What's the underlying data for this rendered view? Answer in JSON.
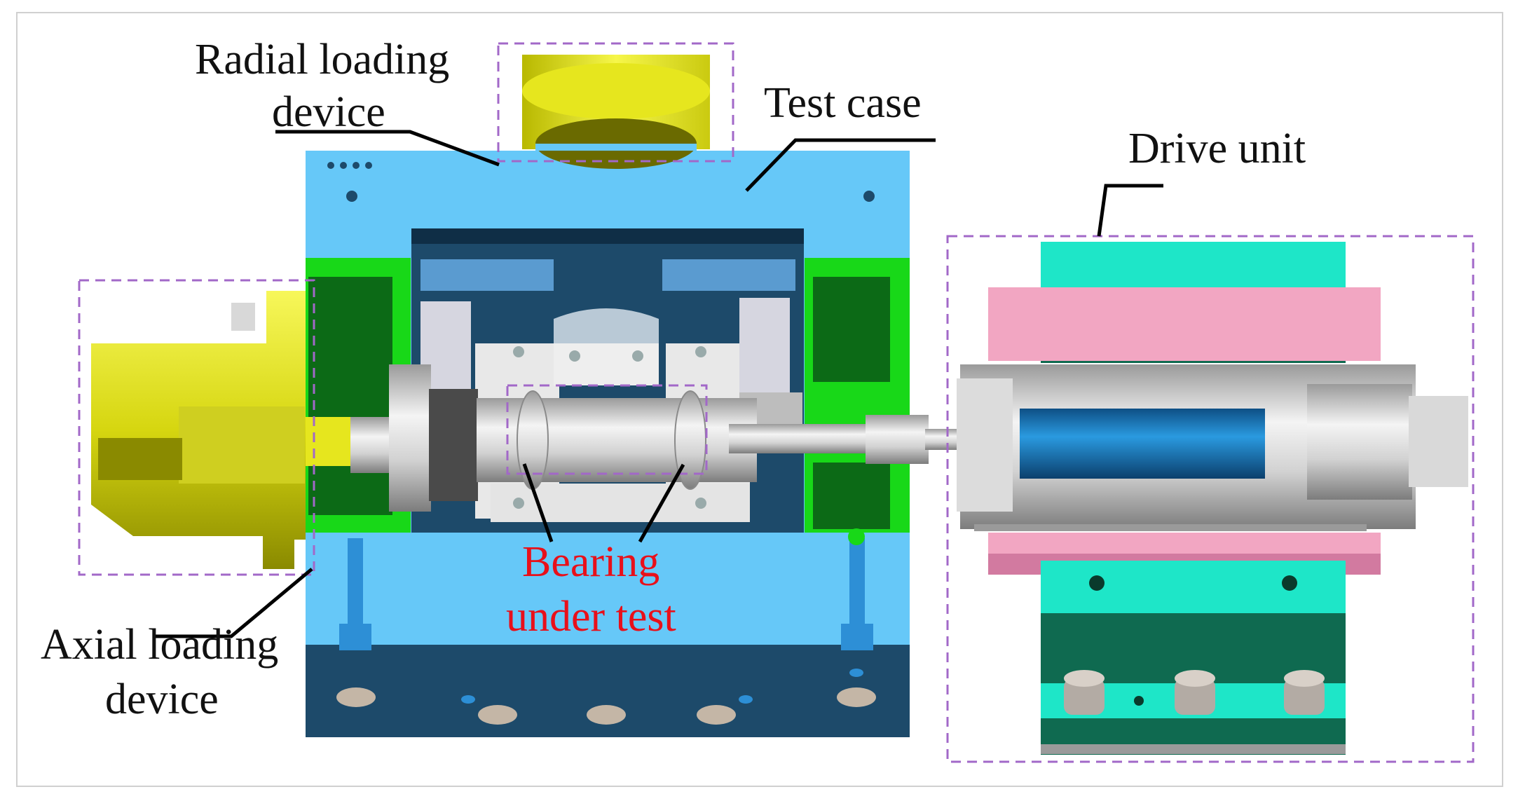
{
  "labels": {
    "radial_line1": "Radial loading",
    "radial_line2": "device",
    "test_case": "Test case",
    "drive_unit": "Drive unit",
    "axial_line1": "Axial loading",
    "axial_line2": "device",
    "bearing_line1": "Bearing",
    "bearing_line2": "under test"
  },
  "colors": {
    "label_text": "#111111",
    "bearing_label": "#e8101a",
    "dashed_box": "#a268c8",
    "case_light_blue": "#66c8f8",
    "case_dark_navy": "#1d4a6a",
    "support_green": "#18d818",
    "axial_yellow": "#e6e61e",
    "drive_cyan": "#1ee6c8",
    "drive_dark_green": "#0f6a50",
    "drive_pink": "#f2a6c2",
    "rotor_blue": "#1a7fc6",
    "metal_gray": "#c8c8c8"
  }
}
